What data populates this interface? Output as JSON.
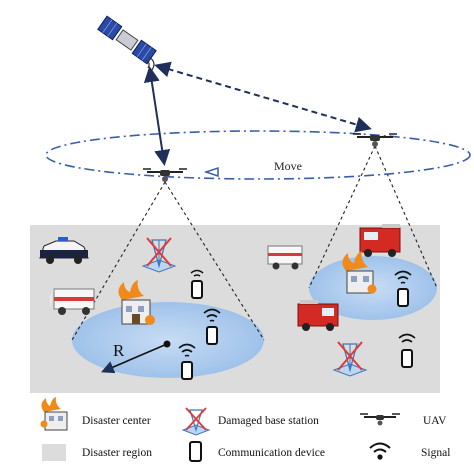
{
  "diagram": {
    "move_label": "Move",
    "radius_label": "R",
    "legend": {
      "disaster_center": "Disaster center",
      "damaged_base_station": "Damaged base station",
      "uav": "UAV",
      "disaster_region": "Disaster region",
      "communication_device": "Communication device",
      "signal": "Signal"
    },
    "colors": {
      "disaster_region": "#dcdcdc",
      "coverage_area": "#a9c9ec",
      "orbit": "#3a5fa8",
      "link": "#1f2f5a",
      "fire": "#f08a1c",
      "damaged_x": "#e0393b"
    }
  }
}
